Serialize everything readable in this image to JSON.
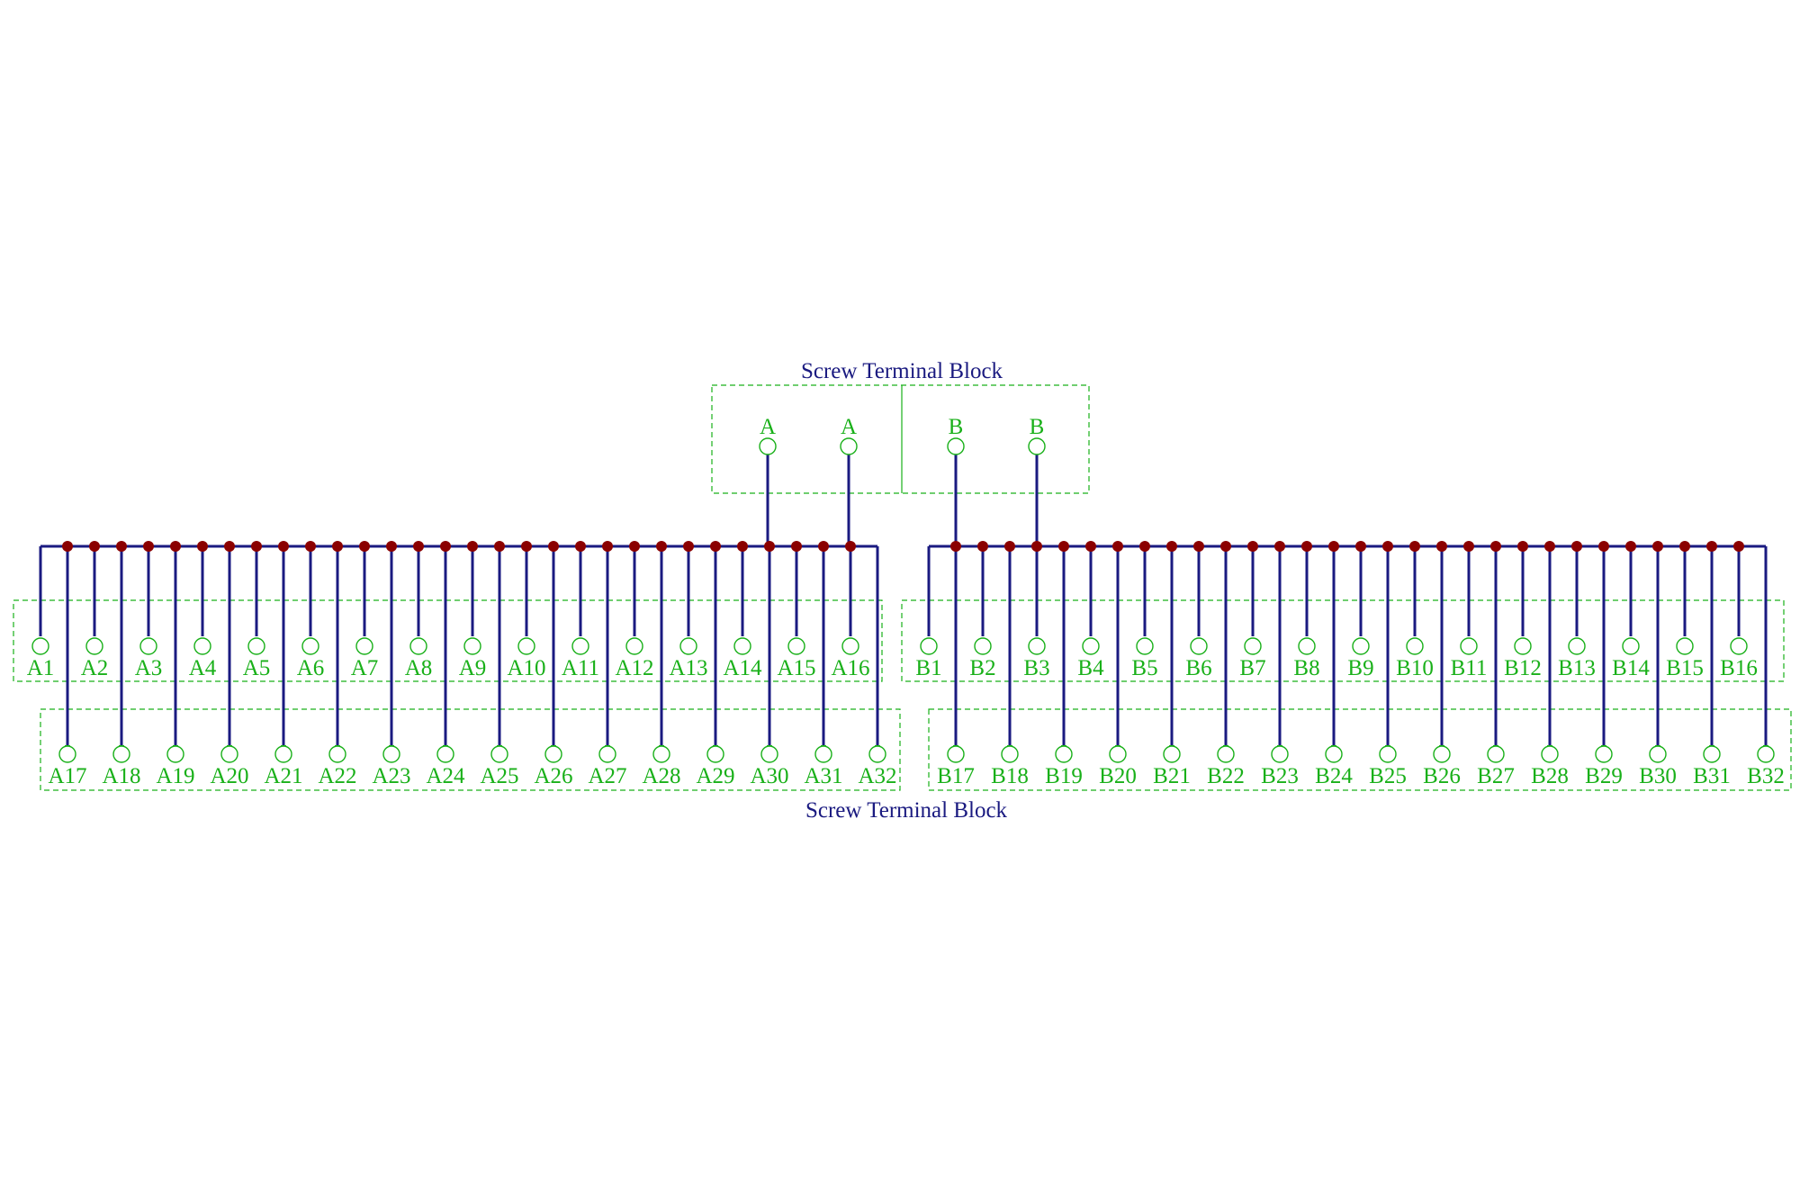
{
  "top_block": {
    "title": "Screw Terminal  Block",
    "left_labels": [
      "A",
      "A"
    ],
    "right_labels": [
      "B",
      "B"
    ]
  },
  "bottom_block": {
    "title": "Screw Terminal  Block"
  },
  "group_a": {
    "row1": [
      "A1",
      "A2",
      "A3",
      "A4",
      "A5",
      "A6",
      "A7",
      "A8",
      "A9",
      "A10",
      "A11",
      "A12",
      "A13",
      "A14",
      "A15",
      "A16"
    ],
    "row2": [
      "A17",
      "A18",
      "A19",
      "A20",
      "A21",
      "A22",
      "A23",
      "A24",
      "A25",
      "A26",
      "A27",
      "A28",
      "A29",
      "A30",
      "A31",
      "A32"
    ]
  },
  "group_b": {
    "row1": [
      "B1",
      "B2",
      "B3",
      "B4",
      "B5",
      "B6",
      "B7",
      "B8",
      "B9",
      "B10",
      "B11",
      "B12",
      "B13",
      "B14",
      "B15",
      "B16"
    ],
    "row2": [
      "B17",
      "B18",
      "B19",
      "B20",
      "B21",
      "B22",
      "B23",
      "B24",
      "B25",
      "B26",
      "B27",
      "B28",
      "B29",
      "B30",
      "B31",
      "B32"
    ]
  },
  "colors": {
    "wire": "#1a1a80",
    "junction": "#8b0000",
    "terminal": "#19b019",
    "title": "#1a1a80"
  }
}
